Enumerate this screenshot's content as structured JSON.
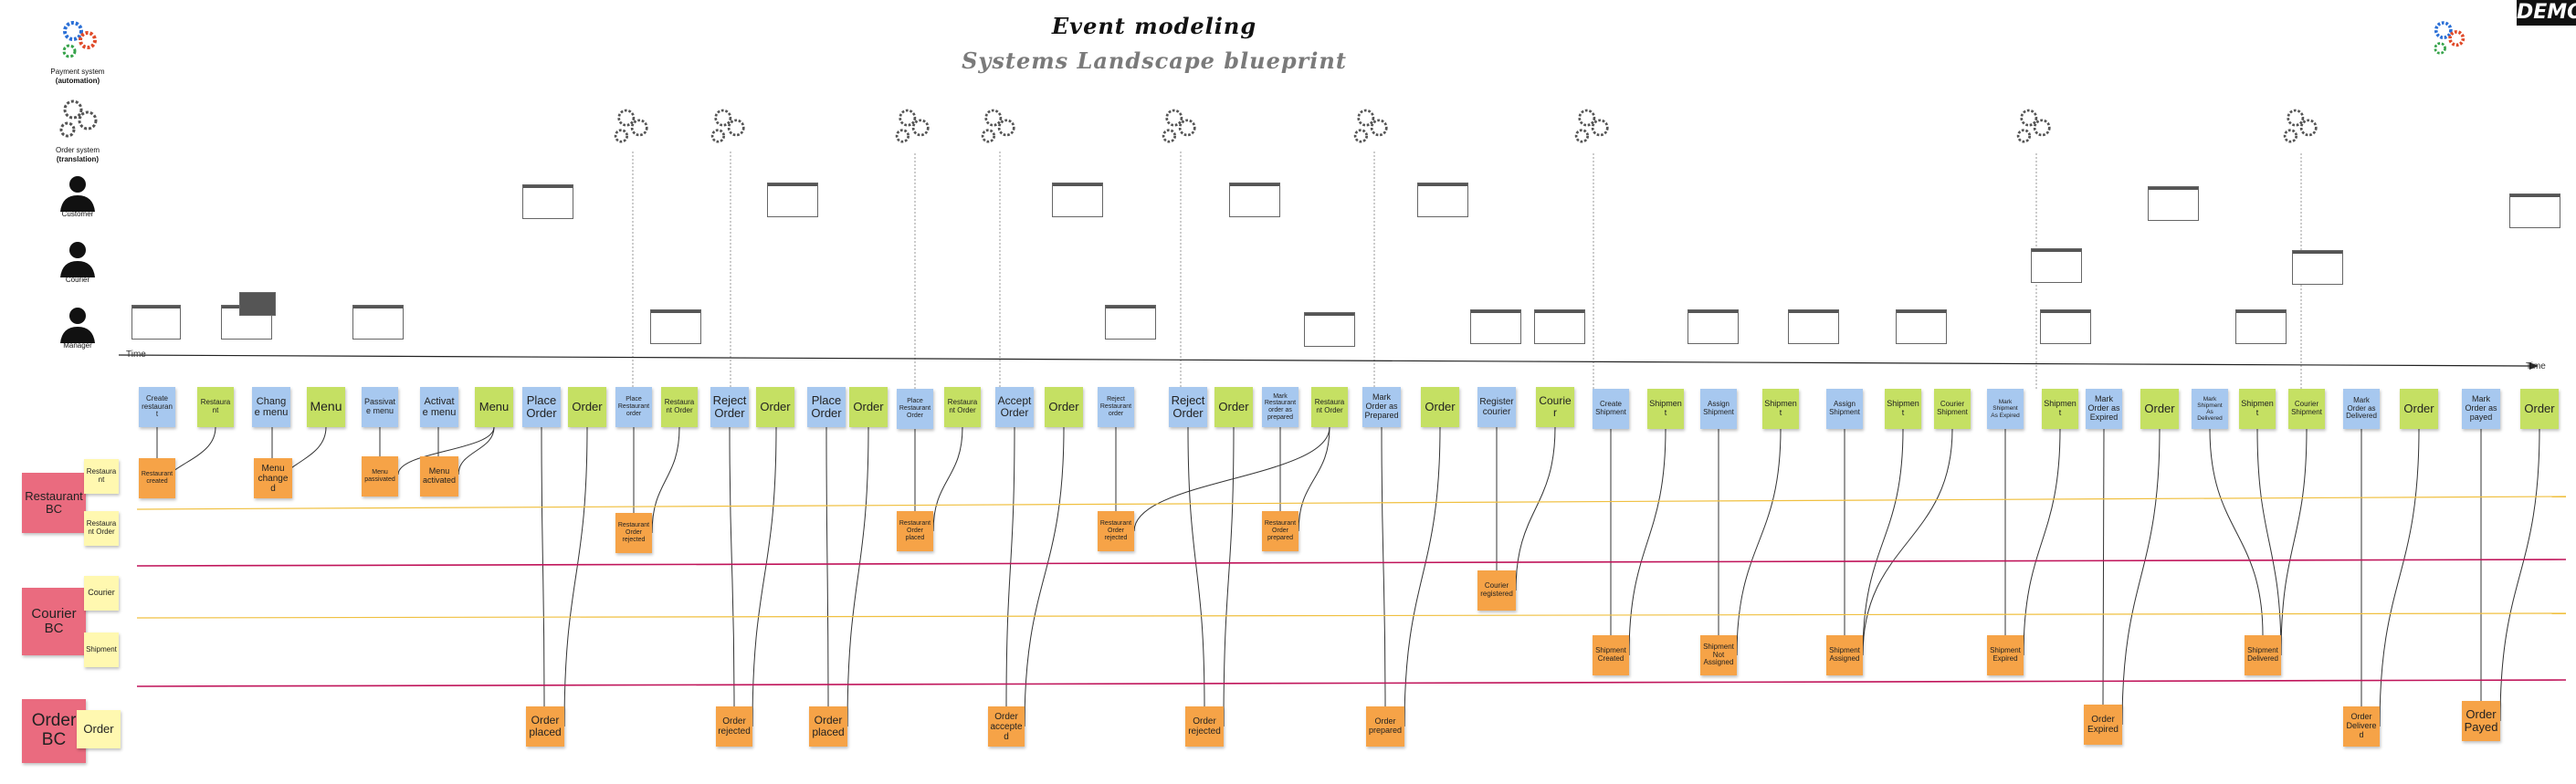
{
  "title": "Event modeling",
  "subtitle": "Systems Landscape blueprint",
  "badge": "DEMO",
  "timeline_label": "Time",
  "colors": {
    "command": "#a7c8ef",
    "read_model": "#c5e063",
    "event": "#f6a347",
    "bounded_context": "#ea6b7f",
    "aggregate": "#fff8b0",
    "lane_yellow": "#f0c040",
    "lane_magenta": "#c0145a"
  },
  "actors": [
    {
      "name": "Payment system",
      "role": "(automation)",
      "icon": "gears-color-icon"
    },
    {
      "name": "Order system",
      "role": "(translation)",
      "icon": "gears-icon"
    },
    {
      "name": "Customer",
      "role": "",
      "icon": "person-icon"
    },
    {
      "name": "Courier",
      "role": "",
      "icon": "person-icon"
    },
    {
      "name": "Manager",
      "role": "",
      "icon": "person-icon"
    }
  ],
  "bounded_contexts": [
    {
      "name": "Restaurant BC",
      "aggregates": [
        "Restaurant",
        "Restaurant Order"
      ]
    },
    {
      "name": "Courier BC",
      "aggregates": [
        "Courier",
        "Shipment"
      ]
    },
    {
      "name": "Order BC",
      "aggregates": [
        "Order"
      ]
    }
  ],
  "commands": [
    "Create restaurant",
    "Change menu",
    "Passivate menu",
    "Activate menu",
    "Place Order",
    "Place Restaurant order",
    "Reject Order",
    "Place Order",
    "Place Restaurant Order",
    "Accept Order",
    "Reject Restaurant order",
    "Reject Order",
    "Mark Restaurant order as prepared",
    "Mark Order as Prepared",
    "Register courier",
    "Create Shipment",
    "Assign Shipment",
    "Assign Shipment",
    "Mark Shipment As Expired",
    "Mark Order as Expired",
    "Mark Shipment As Delivered",
    "Mark Order as Delivered",
    "Mark Order as payed"
  ],
  "read_models": [
    "Restaurant",
    "Menu",
    "Menu",
    "Order",
    "Restaurant Order",
    "Order",
    "Order",
    "Restaurant Order",
    "Order",
    "Order",
    "Restaurant Order",
    "Order",
    "Courier",
    "Shipment",
    "Shipment",
    "Shipment",
    "Courier Shipment",
    "Shipment",
    "Order",
    "Shipment",
    "Courier Shipment",
    "Order",
    "Order"
  ],
  "events": [
    "Restaurant created",
    "Menu changed",
    "Menu passivated",
    "Menu activated",
    "Restaurant Order rejected",
    "Restaurant Order placed",
    "Restaurant Order rejected",
    "Restaurant Order prepared",
    "Courier registered",
    "Shipment Created",
    "Shipment Not Assigned",
    "Shipment Assigned",
    "Shipment Expired",
    "Shipment Delivered",
    "Order placed",
    "Order rejected",
    "Order placed",
    "Order accepted",
    "Order rejected",
    "Order prepared",
    "Order Expired",
    "Order Delivered",
    "Order Payed"
  ]
}
